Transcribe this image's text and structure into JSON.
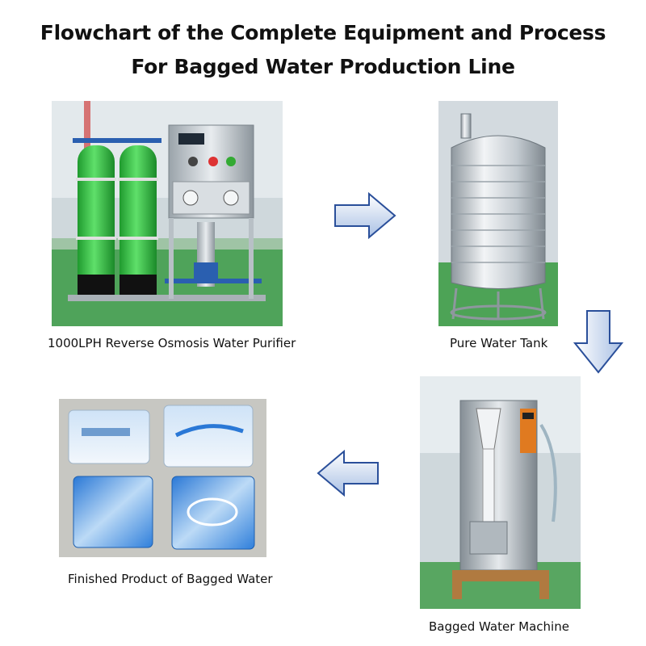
{
  "title": {
    "line1": "Flowchart of the Complete Equipment and Process",
    "line2": "For Bagged Water Production Line"
  },
  "steps": [
    {
      "caption": "1000LPH Reverse Osmosis Water Purifier",
      "image": "ro-water-purifier-photo"
    },
    {
      "caption": "Pure Water Tank",
      "image": "stainless-water-tank-photo"
    },
    {
      "caption": "Bagged Water Machine",
      "image": "bag-filling-machine-photo"
    },
    {
      "caption": "Finished Product of Bagged Water",
      "image": "water-bags-photo"
    }
  ],
  "arrows": [
    "arrow-right",
    "arrow-down",
    "arrow-left"
  ],
  "colors": {
    "arrow_fill": "#b9cce8",
    "arrow_edge": "#2a4f9a",
    "tank_green": "#3cc04a",
    "bag_blue": "#3d8fe0"
  }
}
